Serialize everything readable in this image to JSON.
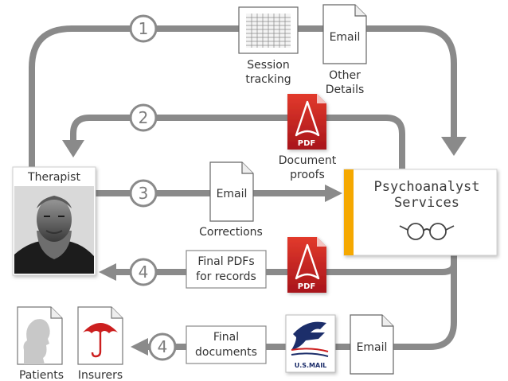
{
  "flow1": {
    "number": "1",
    "session_label_1": "Session",
    "session_label_2": "tracking",
    "email_doc": "Email",
    "other_label_1": "Other",
    "other_label_2": "Details"
  },
  "flow2": {
    "number": "2",
    "pdf_badge": "PDF",
    "proofs_label_1": "Document",
    "proofs_label_2": "proofs"
  },
  "flow3": {
    "number": "3",
    "email_doc": "Email",
    "corrections_label": "Corrections"
  },
  "flow4a": {
    "number": "4",
    "box_line_1": "Final PDFs",
    "box_line_2": "for records",
    "pdf_badge": "PDF"
  },
  "flow4b": {
    "number": "4",
    "box_line_1": "Final",
    "box_line_2": "documents",
    "mail_label": "U.S.MAIL",
    "email_doc": "Email"
  },
  "therapist": {
    "label": "Therapist"
  },
  "services": {
    "line_1": "Psychoanalyst",
    "line_2": "Services"
  },
  "recipients": {
    "patients": "Patients",
    "insurers": "Insurers"
  },
  "colors": {
    "arrow": "#8a8a8a",
    "pdf_red": "#cc1f1f",
    "services_accent": "#f5a800",
    "mail_blue": "#1c2d6b"
  }
}
